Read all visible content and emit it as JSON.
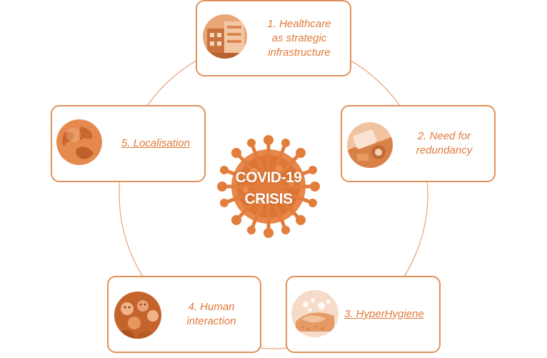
{
  "center": {
    "line1": "COVID-19",
    "line2": "CRISIS"
  },
  "nodes": [
    {
      "line1": "1. Healthcare",
      "line2": "as strategic",
      "line3": "infrastructure"
    },
    {
      "line1": "2. Need for",
      "line2": "redundancy"
    },
    {
      "line1": "3. HyperHygiene"
    },
    {
      "line1": "4. Human",
      "line2": "interaction"
    },
    {
      "line1": "5. Localisation"
    }
  ],
  "colors": {
    "accent": "#e07a3a",
    "border": "#e0915a",
    "ring": "#e8a27a"
  }
}
